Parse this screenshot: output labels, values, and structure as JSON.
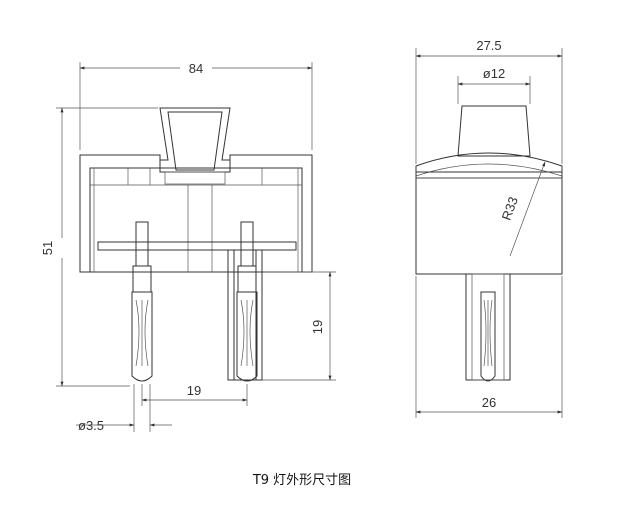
{
  "caption": "T9 灯外形尺寸图",
  "front_view": {
    "width_dim": "84",
    "height_dim": "51",
    "pin_length_dim": "19",
    "pin_spacing_dim": "19",
    "pin_diameter_dim": "ø3.5"
  },
  "side_view": {
    "width_top_dim": "27.5",
    "neck_diameter_dim": "ø12",
    "radius_dim": "R33",
    "base_width_dim": "26"
  }
}
